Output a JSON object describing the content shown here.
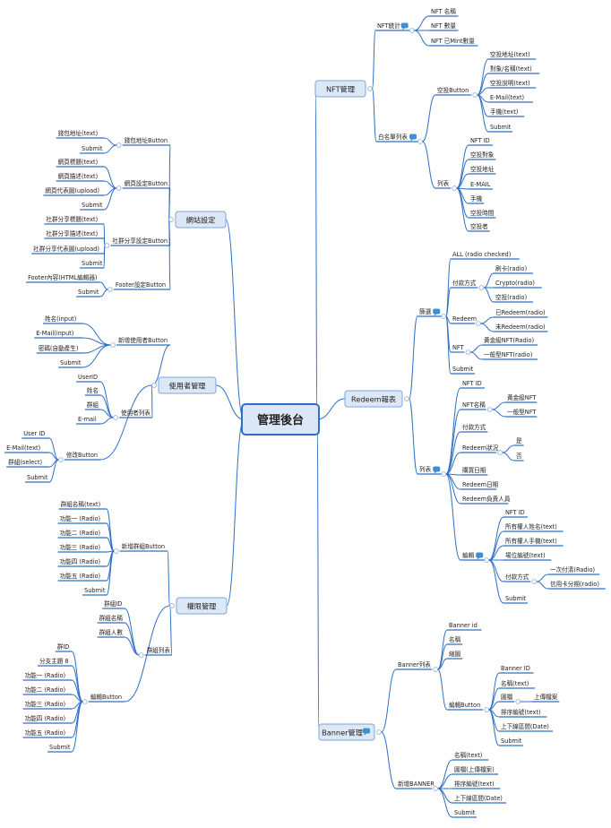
{
  "root": {
    "label": "管理後台",
    "branches": [
      {
        "label": "NFT管理",
        "children": [
          {
            "label": "NFT統計",
            "children": [
              {
                "label": "NFT 名稱"
              },
              {
                "label": "NFT 數量"
              },
              {
                "label": "NFT 已Mint數量"
              }
            ]
          },
          {
            "label": "白名單列表",
            "children": [
              {
                "label": "空投Button",
                "children": [
                  {
                    "label": "空投地址(text)"
                  },
                  {
                    "label": "對象/名稱(text)"
                  },
                  {
                    "label": "空投說明(text)"
                  },
                  {
                    "label": "E-Mail(text)"
                  },
                  {
                    "label": "手機(text)"
                  },
                  {
                    "label": "Submit"
                  }
                ]
              },
              {
                "label": "列表",
                "children": [
                  {
                    "label": "NFT ID"
                  },
                  {
                    "label": "空投對象"
                  },
                  {
                    "label": "空投地址"
                  },
                  {
                    "label": "E-MAIL"
                  },
                  {
                    "label": "手機"
                  },
                  {
                    "label": "空投時間"
                  },
                  {
                    "label": "空投者"
                  }
                ]
              }
            ]
          }
        ]
      },
      {
        "label": "網站設定",
        "children": [
          {
            "label": "錢包地址Button",
            "children": [
              {
                "label": "錢包地址(text)"
              },
              {
                "label": "Submit"
              }
            ]
          },
          {
            "label": "網頁設定Button",
            "children": [
              {
                "label": "網頁標題(text)"
              },
              {
                "label": "網頁描述(text)"
              },
              {
                "label": "網頁代表圖(upload)"
              },
              {
                "label": "Submit"
              }
            ]
          },
          {
            "label": "社群分享設定Button",
            "children": [
              {
                "label": "社群分享標題(text)"
              },
              {
                "label": "社群分享描述(text)"
              },
              {
                "label": "社群分享代表圖(upload)"
              },
              {
                "label": "Submit"
              }
            ]
          },
          {
            "label": "Footer設定Button",
            "children": [
              {
                "label": "Footer內容(HTML編輯器)"
              },
              {
                "label": "Submit"
              }
            ]
          }
        ]
      },
      {
        "label": "Redeem報表",
        "children": [
          {
            "label": "篩選",
            "children": [
              {
                "label": "ALL (radio checked)"
              },
              {
                "label": "付款方式",
                "children": [
                  {
                    "label": "刷卡(radio)"
                  },
                  {
                    "label": "Crypto(radio)"
                  },
                  {
                    "label": "空投(radio)"
                  }
                ]
              },
              {
                "label": "Redeem",
                "children": [
                  {
                    "label": "已Redeem(radio)"
                  },
                  {
                    "label": "未Redeem(radio)"
                  }
                ]
              },
              {
                "label": "NFT",
                "children": [
                  {
                    "label": "黃金級NFT(Radio)"
                  },
                  {
                    "label": "一般型NFT(radio)"
                  }
                ]
              },
              {
                "label": "Submit"
              }
            ]
          },
          {
            "label": "列表",
            "children": [
              {
                "label": "NFT ID"
              },
              {
                "label": "NFT名稱",
                "children": [
                  {
                    "label": "黃金級NFT"
                  },
                  {
                    "label": "一般型NFT"
                  }
                ]
              },
              {
                "label": "付款方式"
              },
              {
                "label": "Redeem狀況",
                "children": [
                  {
                    "label": "是"
                  },
                  {
                    "label": "否"
                  }
                ]
              },
              {
                "label": "購買日期"
              },
              {
                "label": "Redeem日期"
              },
              {
                "label": "Redeem負責人員"
              },
              {
                "label": "編輯",
                "children": [
                  {
                    "label": "NFT ID"
                  },
                  {
                    "label": "所有權人姓名(text)"
                  },
                  {
                    "label": "所有權人手機(text)"
                  },
                  {
                    "label": "場位編號(text)"
                  },
                  {
                    "label": "付款方式",
                    "children": [
                      {
                        "label": "一次付清(Radio)"
                      },
                      {
                        "label": "信用卡分期(radio)"
                      }
                    ]
                  },
                  {
                    "label": "Submit"
                  }
                ]
              }
            ]
          }
        ]
      },
      {
        "label": "使用者管理",
        "children": [
          {
            "label": "新增使用者Button",
            "children": [
              {
                "label": "姓名(input)"
              },
              {
                "label": "E-Mail(input)"
              },
              {
                "label": "密碼(自動產生)"
              },
              {
                "label": "Submit"
              }
            ]
          },
          {
            "label": "使用者列表",
            "children": [
              {
                "label": "UserID"
              },
              {
                "label": "姓名"
              },
              {
                "label": "群組"
              },
              {
                "label": "E-mail"
              }
            ]
          },
          {
            "label": "修改Button",
            "children": [
              {
                "label": "User ID"
              },
              {
                "label": "E-Mail(text)"
              },
              {
                "label": "群組(select)"
              },
              {
                "label": "Submit"
              }
            ]
          }
        ]
      },
      {
        "label": "權限管理",
        "children": [
          {
            "label": "新增群組Button",
            "children": [
              {
                "label": "群組名稱(text)"
              },
              {
                "label": "功能一 (Radio)"
              },
              {
                "label": "功能二 (Radio)"
              },
              {
                "label": "功能三 (Radio)"
              },
              {
                "label": "功能四 (Radio)"
              },
              {
                "label": "功能五 (Radio)"
              },
              {
                "label": "Submit"
              }
            ]
          },
          {
            "label": "群組列表",
            "children": [
              {
                "label": "群組ID"
              },
              {
                "label": "群組名稱"
              },
              {
                "label": "群組人數"
              }
            ]
          },
          {
            "label": "編輯Button",
            "children": [
              {
                "label": "群ID"
              },
              {
                "label": "分支主題 8"
              },
              {
                "label": "功能一 (Radio)"
              },
              {
                "label": "功能二 (Radio)"
              },
              {
                "label": "功能三 (Radio)"
              },
              {
                "label": "功能四 (Radio)"
              },
              {
                "label": "功能五 (Radio)"
              },
              {
                "label": "Submit"
              }
            ]
          }
        ]
      },
      {
        "label": "Banner管理",
        "children": [
          {
            "label": "Banner列表",
            "children": [
              {
                "label": "Banner id"
              },
              {
                "label": "名稱"
              },
              {
                "label": "縮圖"
              },
              {
                "label": "編輯Button",
                "children": [
                  {
                    "label": "Banner ID"
                  },
                  {
                    "label": "名稱(text)"
                  },
                  {
                    "label": "圖檔",
                    "children": [
                      {
                        "label": "上傳檔案"
                      }
                    ]
                  },
                  {
                    "label": "排序編號(text)"
                  },
                  {
                    "label": "上下線區間(Date)"
                  },
                  {
                    "label": "Submit"
                  }
                ]
              }
            ]
          },
          {
            "label": "新增BANNER",
            "children": [
              {
                "label": "名稱(text)"
              },
              {
                "label": "圖檔(上傳檔案)"
              },
              {
                "label": "排序編號(text)"
              },
              {
                "label": "上下線區間(Date)"
              },
              {
                "label": "Submit"
              }
            ]
          }
        ]
      }
    ]
  },
  "colors": {
    "line": "#2f6fc4",
    "root_fill": "#dbe7f6",
    "root_border": "#2f6fc4",
    "branch_fill": "#dde8f6",
    "branch_border": "#7fa6d9",
    "note_icon": "#3d8fd6"
  }
}
